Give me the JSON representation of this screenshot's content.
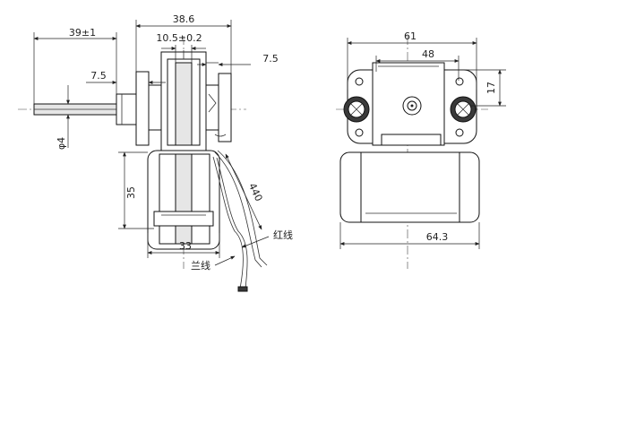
{
  "diagram": {
    "side_view": {
      "dim_top_width": "38.6",
      "dim_shaft_length": "39±1",
      "dim_center": "10.5±0.2",
      "dim_left_offset": "7.5",
      "dim_right_offset": "7.5",
      "dim_shaft_diameter": "φ4",
      "dim_height": "35",
      "dim_bottom_width": "33",
      "dim_wire_length": "440",
      "label_red_wire": "红线",
      "label_blue_wire": "兰线"
    },
    "front_view": {
      "dim_total_width": "61",
      "dim_hole_spacing": "48",
      "dim_hole_height": "17",
      "dim_coil_width": "64.3"
    }
  }
}
